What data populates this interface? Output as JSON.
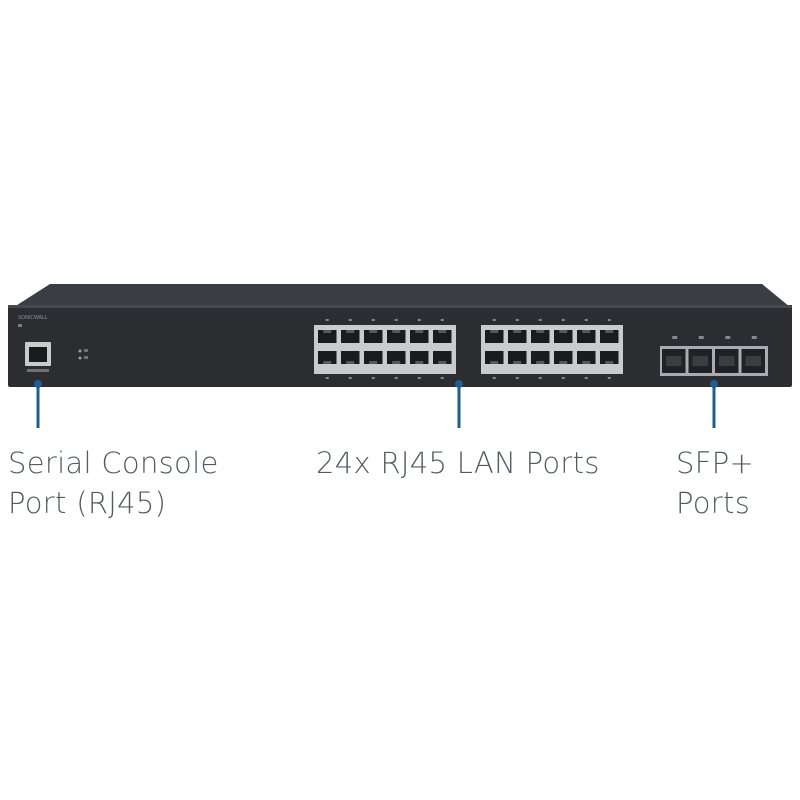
{
  "device": {
    "brand_text": "SONICWALL",
    "lan_port_count": 24,
    "sfp_port_count": 4
  },
  "callouts": [
    {
      "id": "console",
      "line1": "Serial Console",
      "line2": "Port (RJ45)"
    },
    {
      "id": "lan",
      "line1": "24x RJ45 LAN Ports",
      "line2": ""
    },
    {
      "id": "sfp",
      "line1": "SFP+",
      "line2": "Ports"
    }
  ],
  "colors": {
    "chassis": "#2b2d30",
    "chassis_top": "#3a3d41",
    "port_frame": "#c9cbcd",
    "port_hole": "#1a1b1d",
    "callout_line": "#1f5e92",
    "label_text": "#555a60"
  }
}
